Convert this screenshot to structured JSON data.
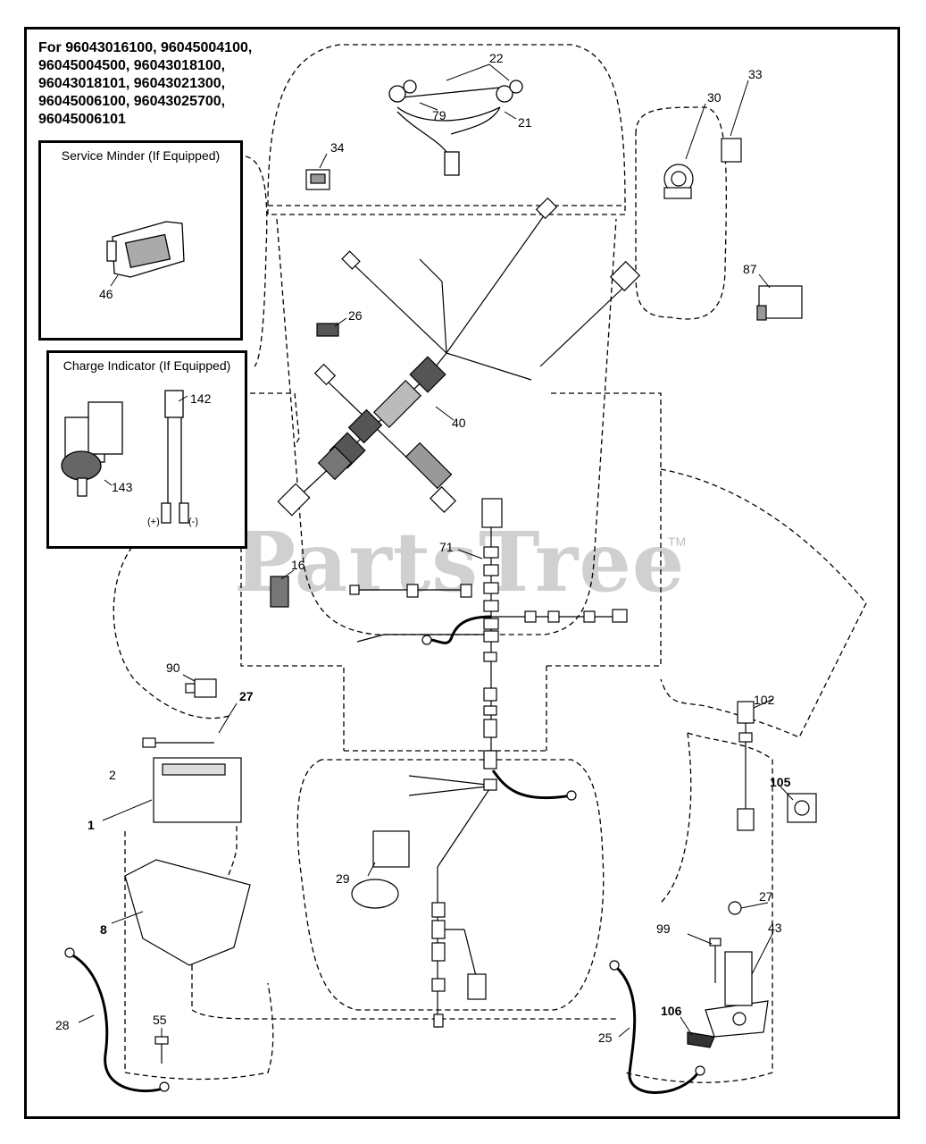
{
  "models": {
    "lines": [
      "For 96043016100, 96045004100,",
      "96045004500, 96043018100,",
      "96043018101, 96043021300,",
      "96045006100, 96043025700,",
      "96045006101"
    ]
  },
  "insets": {
    "service_minder": {
      "title": "Service Minder (If Equipped)"
    },
    "charge_indicator": {
      "title": "Charge Indicator (If Equipped)",
      "plus": "(+)",
      "minus": "(-)"
    }
  },
  "watermark": {
    "text": "PartsTree",
    "tm": "TM"
  },
  "parts": {
    "p1": "1",
    "p2": "2",
    "p8": "8",
    "p16": "16",
    "p21": "21",
    "p22": "22",
    "p25": "25",
    "p26": "26",
    "p27a": "27",
    "p27b": "27",
    "p28": "28",
    "p29": "29",
    "p30": "30",
    "p33": "33",
    "p34": "34",
    "p40": "40",
    "p43": "43",
    "p46": "46",
    "p55": "55",
    "p71": "71",
    "p79": "79",
    "p87": "87",
    "p90": "90",
    "p99": "99",
    "p102": "102",
    "p105": "105",
    "p106": "106",
    "p142": "142",
    "p143": "143"
  }
}
